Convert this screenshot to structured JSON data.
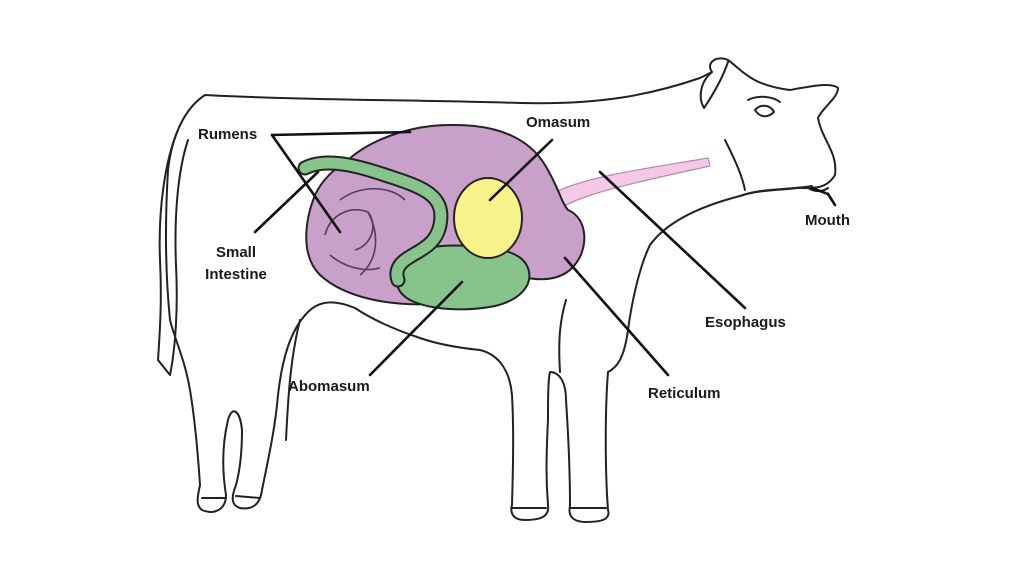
{
  "labels": {
    "rumens": "Rumens",
    "omasum": "Omasum",
    "small_intestine_line1": "Small",
    "small_intestine_line2": "Intestine",
    "mouth": "Mouth",
    "esophagus": "Esophagus",
    "abomasum": "Abomasum",
    "reticulum": "Reticulum"
  },
  "colors": {
    "outline": "#1a1a1a",
    "rumen": "#c9a0c9",
    "omasum": "#f7f38a",
    "abomasum": "#86c48c",
    "esophagus": "#f4c9e8",
    "leader_line": "#111111"
  }
}
